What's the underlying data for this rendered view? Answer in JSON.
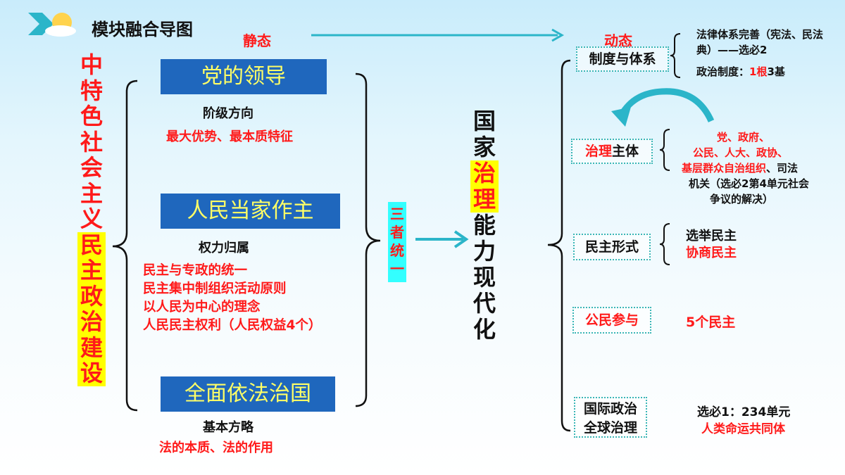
{
  "title": "模块融合导图",
  "static_label": "静态",
  "dynamic_label": "动态",
  "left_vertical_part1": [
    "中",
    "特",
    "色",
    "社",
    "会",
    "主",
    "义"
  ],
  "left_vertical_part2": [
    "民",
    "主",
    "政",
    "治",
    "建",
    "设"
  ],
  "boxes": {
    "party": "党的领导",
    "people": "人民当家作主",
    "law": "全面依法治国"
  },
  "party_sub": "阶级方向",
  "party_red": "最大优势、最本质特征",
  "people_sub": "权力归属",
  "people_red": [
    "民主与专政的统一",
    "民主集中制组织活动原则",
    "以人民为中心的理念",
    "人民民主权利（人民权益4个）"
  ],
  "law_sub": "基本方略",
  "law_red": "法的本质、法的作用",
  "unity": [
    "三",
    "者",
    "统",
    "一"
  ],
  "center_vertical": [
    "国",
    "家",
    "治",
    "理",
    "能",
    "力",
    "现",
    "代",
    "化"
  ],
  "right": {
    "system_box": "制度与体系",
    "system_note1": "法律体系完善（宪法、民法典）——选必2",
    "system_note2_a": "政治制度：",
    "system_note2_b": "1根",
    "system_note2_c": "3基",
    "subject_box_a": "治理",
    "subject_box_b": "主体",
    "subject_red1": "党、政府、",
    "subject_red2": "公民、人大、政协、",
    "subject_red3": "基层群众自治组织",
    "subject_black3": "、司法",
    "subject_black4": "机关（选必2第4单元社会",
    "subject_black5": "争议的解决）",
    "form_box": "民主形式",
    "form1": "选举民主",
    "form2": "协商民主",
    "citizen_box": "公民参与",
    "citizen_note": "5个民主",
    "intl_box1": "国际政治",
    "intl_box2": "全球治理",
    "intl_note1": "选必1：234单元",
    "intl_note2": "人类命运共同体"
  },
  "colors": {
    "accent_blue": "#1f67bd",
    "red": "#ff1a1a",
    "cyan": "#33ffff",
    "yellow": "#ffff00"
  }
}
